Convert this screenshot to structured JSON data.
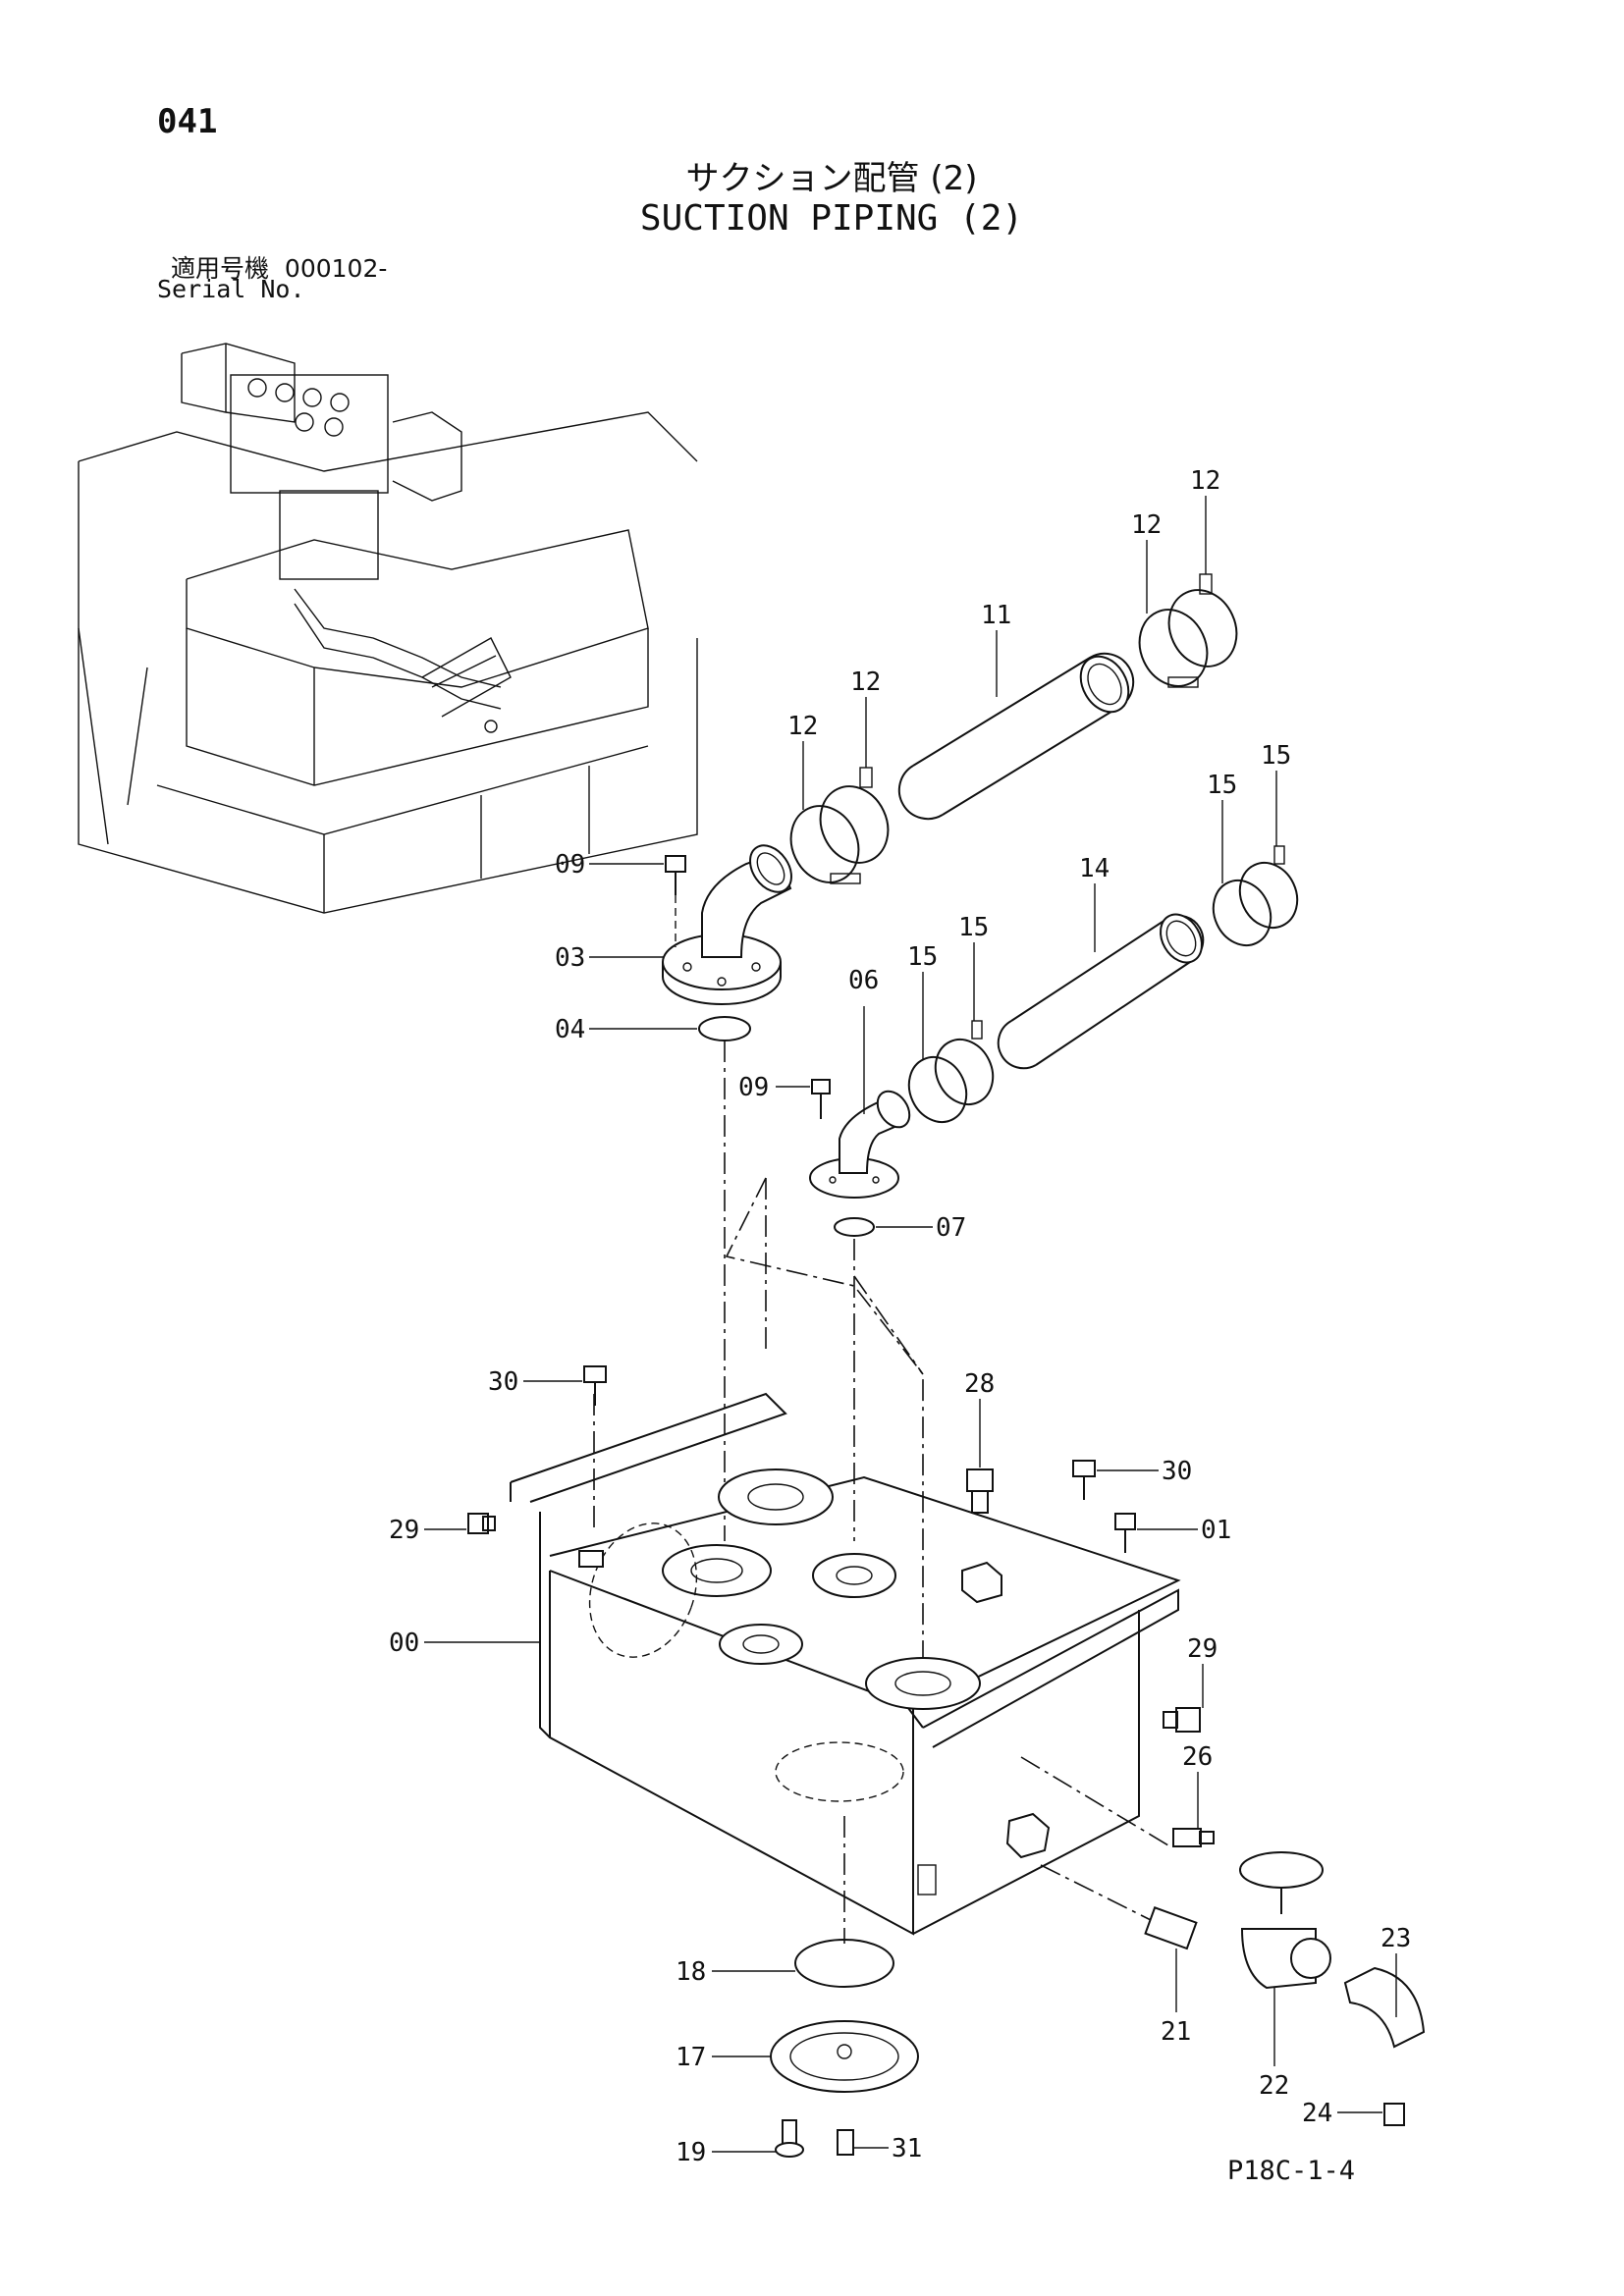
{
  "page_number": "041",
  "title_jp": "サクション配管 (2)",
  "title_en": "SUCTION PIPING (2)",
  "serial": {
    "label_jp": "適用号機",
    "value": "000102-",
    "label_en": "Serial No."
  },
  "figure_code": "P18C-1-4",
  "callouts": [
    {
      "id": "c-12a",
      "label": "12"
    },
    {
      "id": "c-12b",
      "label": "12"
    },
    {
      "id": "c-11",
      "label": "11"
    },
    {
      "id": "c-12c",
      "label": "12"
    },
    {
      "id": "c-12d",
      "label": "12"
    },
    {
      "id": "c-15a",
      "label": "15"
    },
    {
      "id": "c-15b",
      "label": "15"
    },
    {
      "id": "c-14",
      "label": "14"
    },
    {
      "id": "c-09a",
      "label": "09"
    },
    {
      "id": "c-03",
      "label": "03"
    },
    {
      "id": "c-04",
      "label": "04"
    },
    {
      "id": "c-06",
      "label": "06"
    },
    {
      "id": "c-15c",
      "label": "15"
    },
    {
      "id": "c-15d",
      "label": "15"
    },
    {
      "id": "c-09b",
      "label": "09"
    },
    {
      "id": "c-07",
      "label": "07"
    },
    {
      "id": "c-30a",
      "label": "30"
    },
    {
      "id": "c-28",
      "label": "28"
    },
    {
      "id": "c-30b",
      "label": "30"
    },
    {
      "id": "c-29a",
      "label": "29"
    },
    {
      "id": "c-01",
      "label": "01"
    },
    {
      "id": "c-00",
      "label": "00"
    },
    {
      "id": "c-29b",
      "label": "29"
    },
    {
      "id": "c-26",
      "label": "26"
    },
    {
      "id": "c-23",
      "label": "23"
    },
    {
      "id": "c-18",
      "label": "18"
    },
    {
      "id": "c-21",
      "label": "21"
    },
    {
      "id": "c-22",
      "label": "22"
    },
    {
      "id": "c-17",
      "label": "17"
    },
    {
      "id": "c-24",
      "label": "24"
    },
    {
      "id": "c-19",
      "label": "19"
    },
    {
      "id": "c-31",
      "label": "31"
    }
  ]
}
